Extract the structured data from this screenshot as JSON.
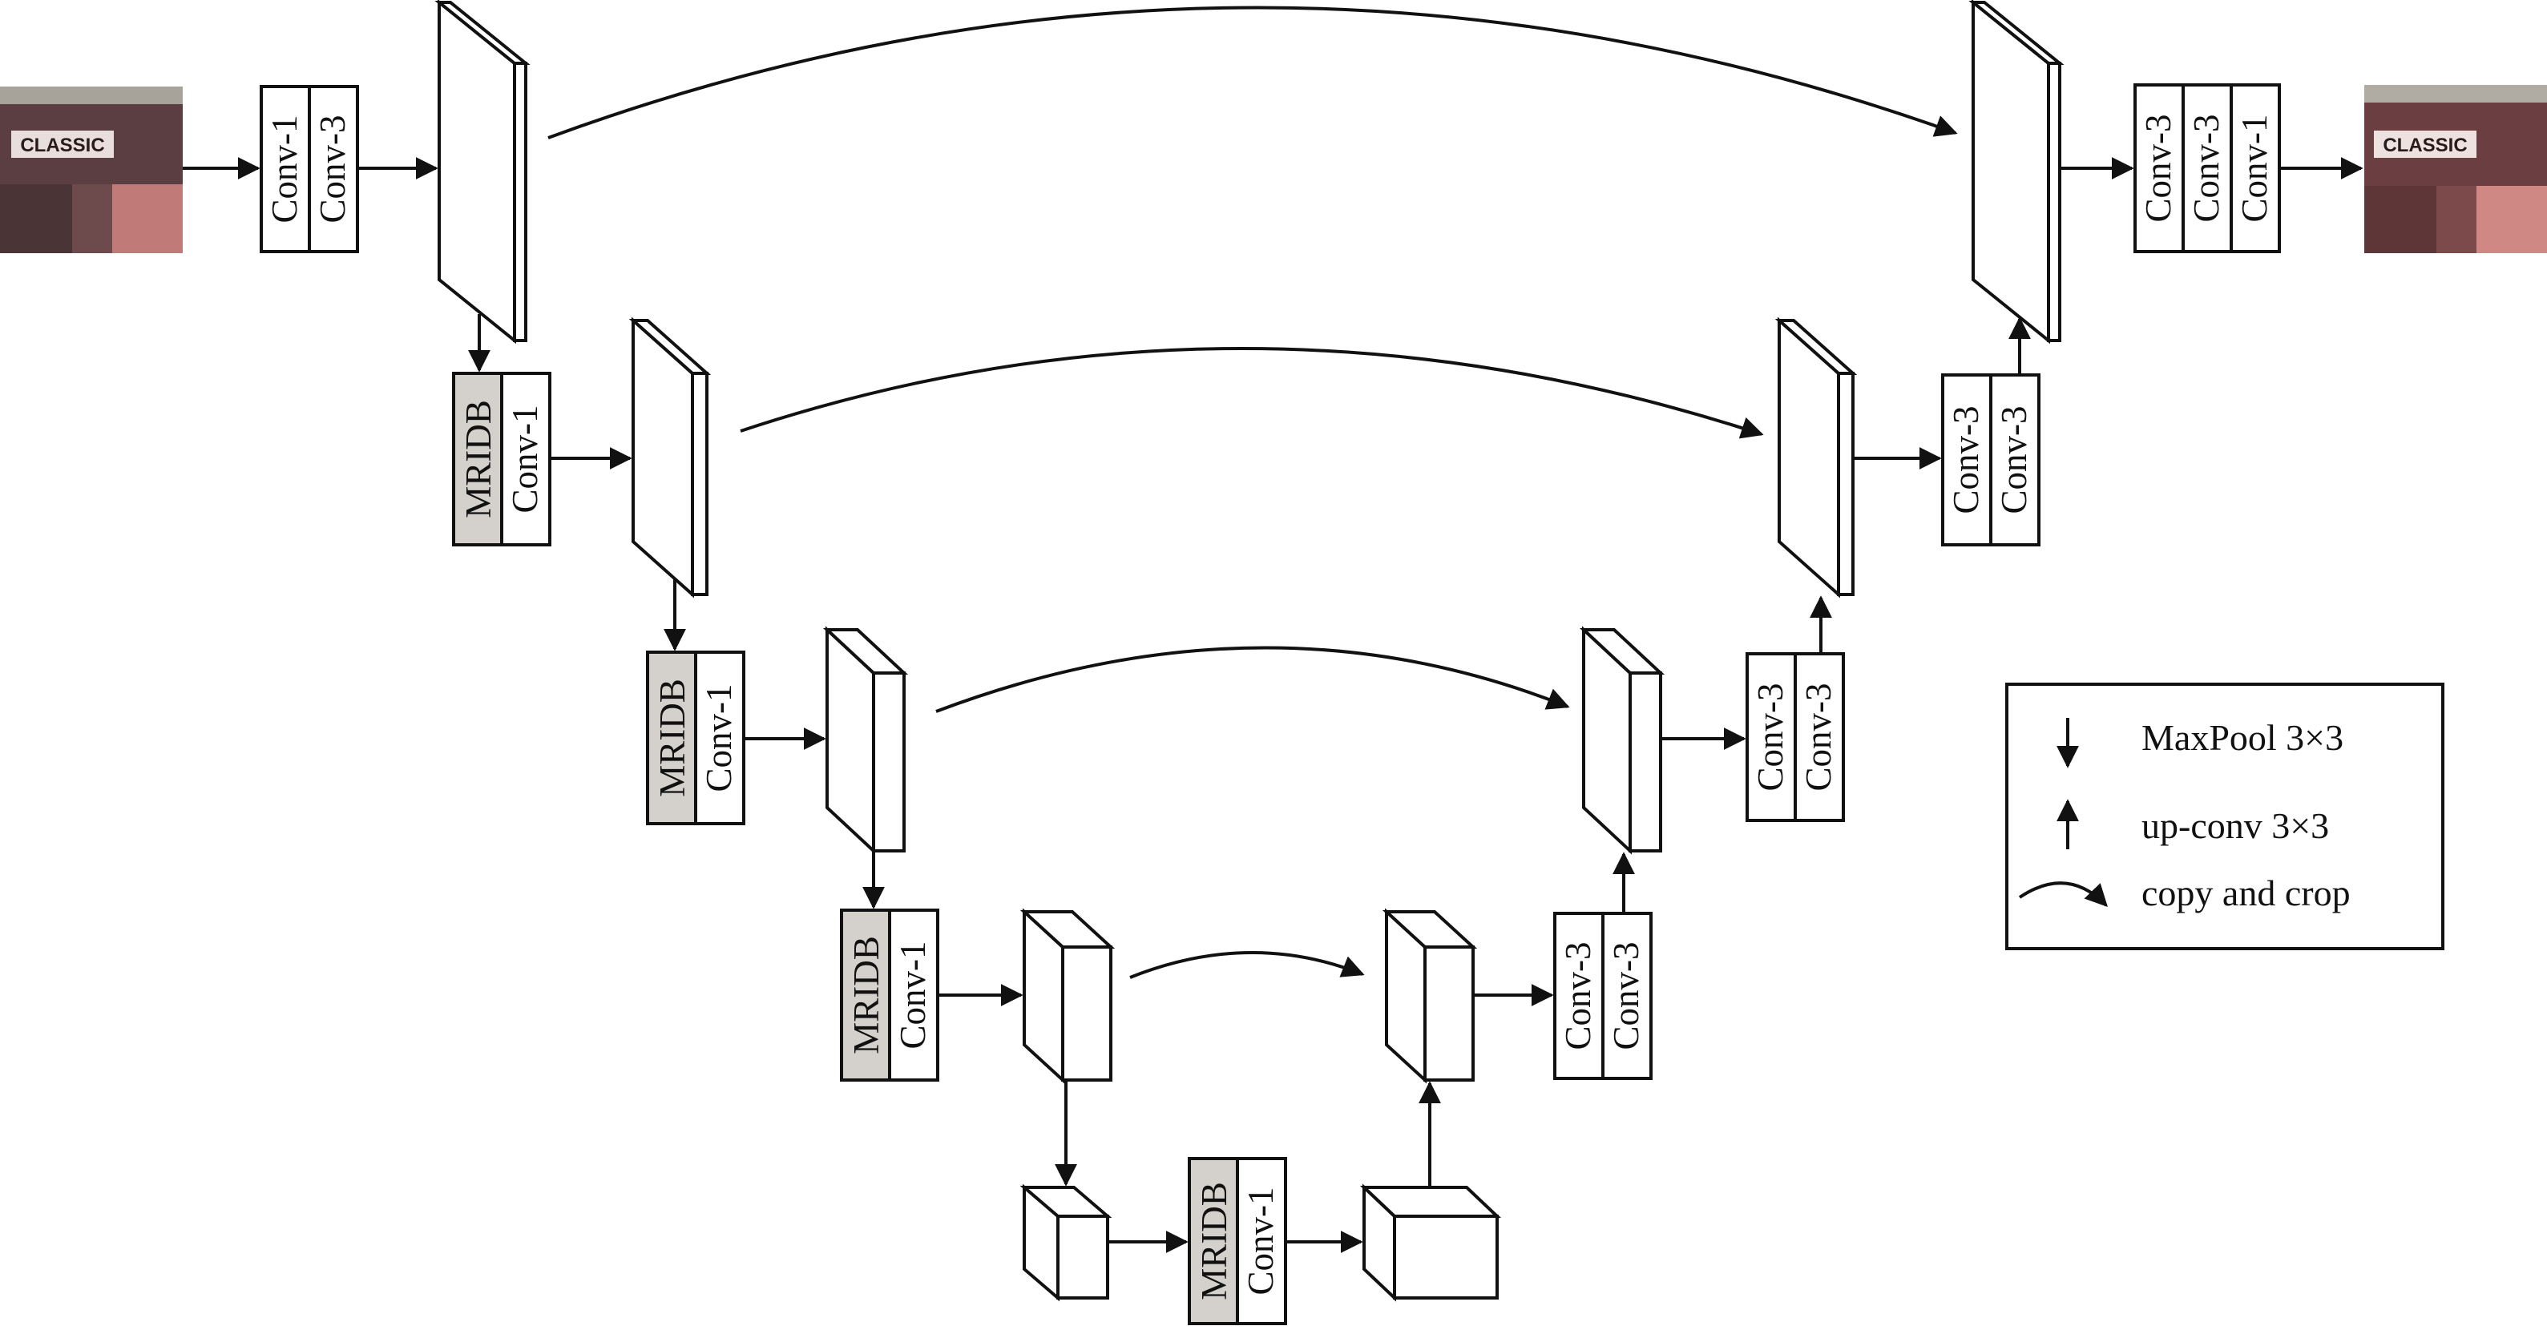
{
  "images": {
    "input_caption": "CLASSIC",
    "output_caption": "CLASSIC"
  },
  "blocks": {
    "enc1": [
      "Conv-1",
      "Conv-3"
    ],
    "enc2": [
      "MRIDB",
      "Conv-1"
    ],
    "enc3": [
      "MRIDB",
      "Conv-1"
    ],
    "enc4": [
      "MRIDB",
      "Conv-1"
    ],
    "bottleneck": [
      "MRIDB",
      "Conv-1"
    ],
    "dec4": [
      "Conv-3",
      "Conv-3"
    ],
    "dec3": [
      "Conv-3",
      "Conv-3"
    ],
    "dec2": [
      "Conv-3",
      "Conv-3"
    ],
    "dec1": [
      "Conv-3",
      "Conv-3",
      "Conv-1"
    ]
  },
  "legend": {
    "maxpool": "MaxPool 3×3",
    "upconv": "up-conv 3×3",
    "copy": "copy and crop"
  },
  "colors": {
    "mridb_fill": "#d4d0cb",
    "line": "#111111",
    "input_bg": "#5a3e42",
    "output_bg": "#6b3f42"
  }
}
